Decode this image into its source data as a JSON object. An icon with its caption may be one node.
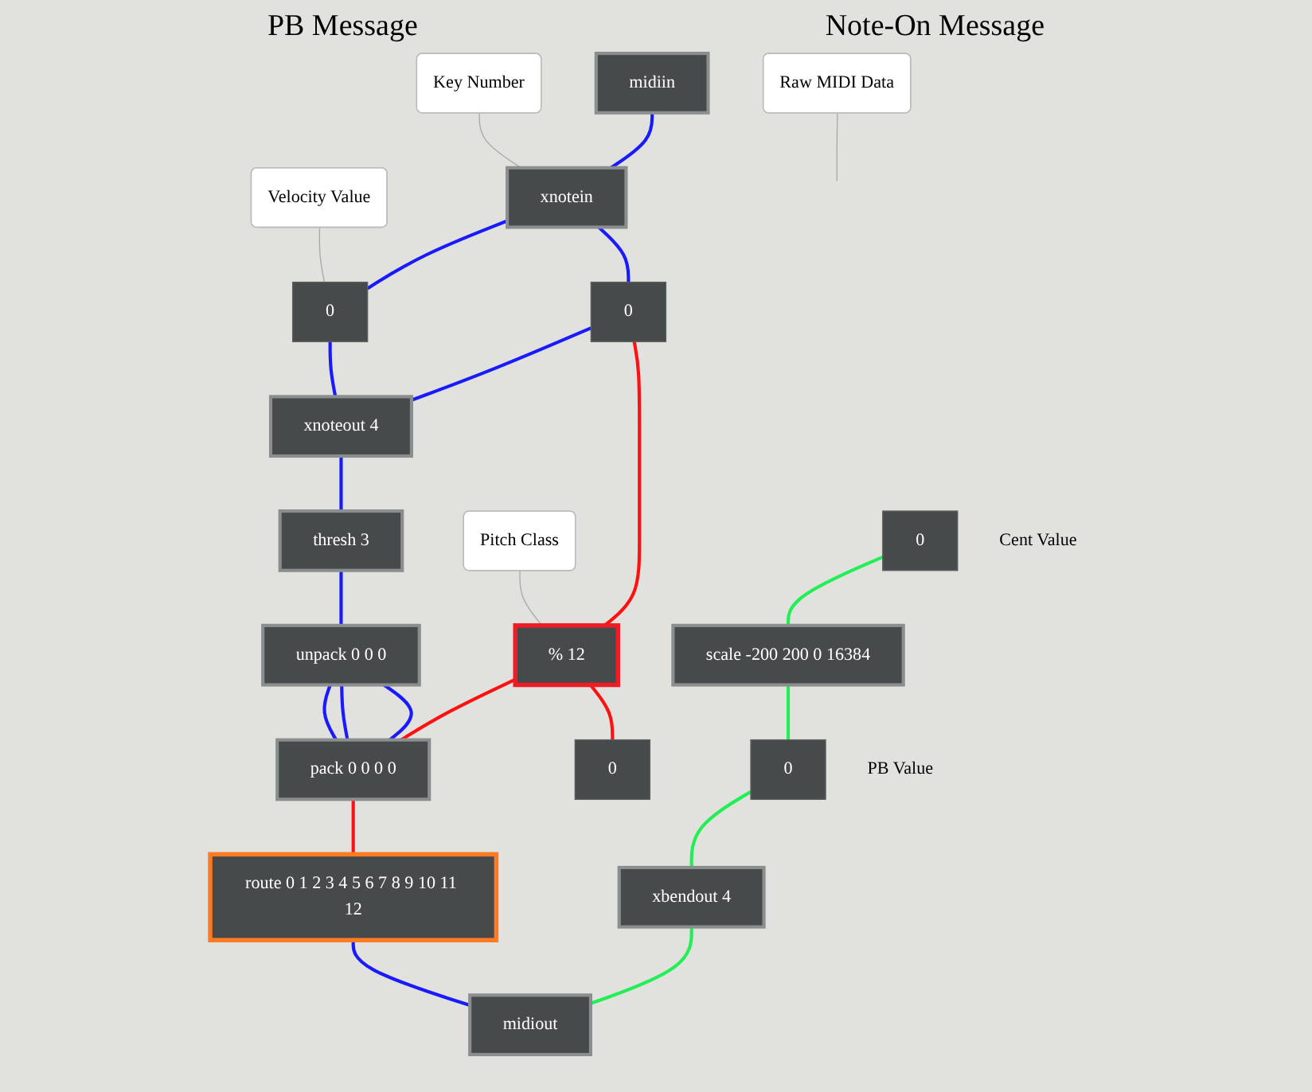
{
  "diagram": {
    "nodes": [
      {
        "text": [
          "0"
        ],
        "beside": [
          "Cent Value"
        ]
      },
      {
        "text": [
          "scale -200 200 0 16384"
        ]
      },
      {
        "text": [
          "0"
        ],
        "beside": [
          "PB Value"
        ]
      },
      {
        "text": [
          "xbendout 4"
        ]
      },
      {
        "text": [
          "midiout"
        ]
      },
      {
        "text": [
          "midiin"
        ]
      },
      {
        "text": [
          "xnotein"
        ]
      },
      {
        "text": [
          "0"
        ]
      },
      {
        "text": [
          "0"
        ]
      },
      {
        "text": [
          "xnoteout 4"
        ]
      },
      {
        "text": [
          "thresh 3"
        ]
      },
      {
        "text": [
          "unpack 0 0 0"
        ]
      },
      {
        "text": [
          "% 12"
        ]
      },
      {
        "text": [
          "0"
        ]
      },
      {
        "text": [
          "pack 0 0 0 0"
        ]
      },
      {
        "text": [
          "route 0 1 2 3 4 5 6 7 8 9 10 11 12"
        ]
      },
      {
        "text": [
          "Raw MIDI Data"
        ]
      },
      {
        "text": [
          "Key Number"
        ]
      },
      {
        "text": [
          "Velocity Value"
        ]
      },
      {
        "text": [
          "Pitch Class"
        ]
      }
    ],
    "edges": [
      {
        "from": 0,
        "to": 1,
        "arrow": "none",
        "color": "#22ee55"
      },
      {
        "from": 1,
        "to": 2,
        "arrow": "none",
        "color": "#22ee55"
      },
      {
        "from": 2,
        "to": 3,
        "arrow": "none",
        "color": "#22ee55"
      },
      {
        "from": 3,
        "to": 4,
        "arrow": "none",
        "color": "#22ee55"
      },
      {
        "from": 5,
        "to": 6,
        "arrow": "none"
      },
      {
        "from": 6,
        "to": 7,
        "arrow": "none"
      },
      {
        "from": 6,
        "to": 8,
        "arrow": "none"
      },
      {
        "from": 7,
        "to": 9,
        "arrow": "none"
      },
      {
        "from": 8,
        "to": 9,
        "arrow": "none"
      },
      {
        "from": 7,
        "to": 12,
        "arrow": "none",
        "color": "#ff1111"
      },
      {
        "from": 9,
        "to": 10,
        "arrow": "none"
      },
      {
        "from": 10,
        "to": 11,
        "arrow": "none"
      },
      {
        "from": 12,
        "to": 13,
        "arrow": "none",
        "color": "#ff1111"
      },
      {
        "from": 12,
        "to": 14,
        "arrow": "none",
        "color": "#ff1111"
      },
      {
        "from": 11,
        "to": 14,
        "arrow": "none"
      },
      {
        "from": 11,
        "to": 14,
        "arrow": "none"
      },
      {
        "from": 11,
        "to": 14,
        "arrow": "none"
      },
      {
        "from": 14,
        "to": 15,
        "arrow": "none",
        "color": "#ff1111"
      },
      {
        "from": 15,
        "to": 4,
        "arrow": "none"
      },
      {
        "from": 16,
        "to": null,
        "arrow": "none",
        "color": "#aaaaaa"
      },
      {
        "from": 17,
        "to": 6,
        "arrow": "none",
        "color": "#aaaaaa"
      },
      {
        "from": 18,
        "to": 8,
        "arrow": "none",
        "color": "#aaaaaa"
      },
      {
        "from": 19,
        "to": 12,
        "arrow": "none",
        "color": "#aaaaaa"
      }
    ],
    "labels": [
      "PB Message",
      "Note-On Message"
    ]
  }
}
